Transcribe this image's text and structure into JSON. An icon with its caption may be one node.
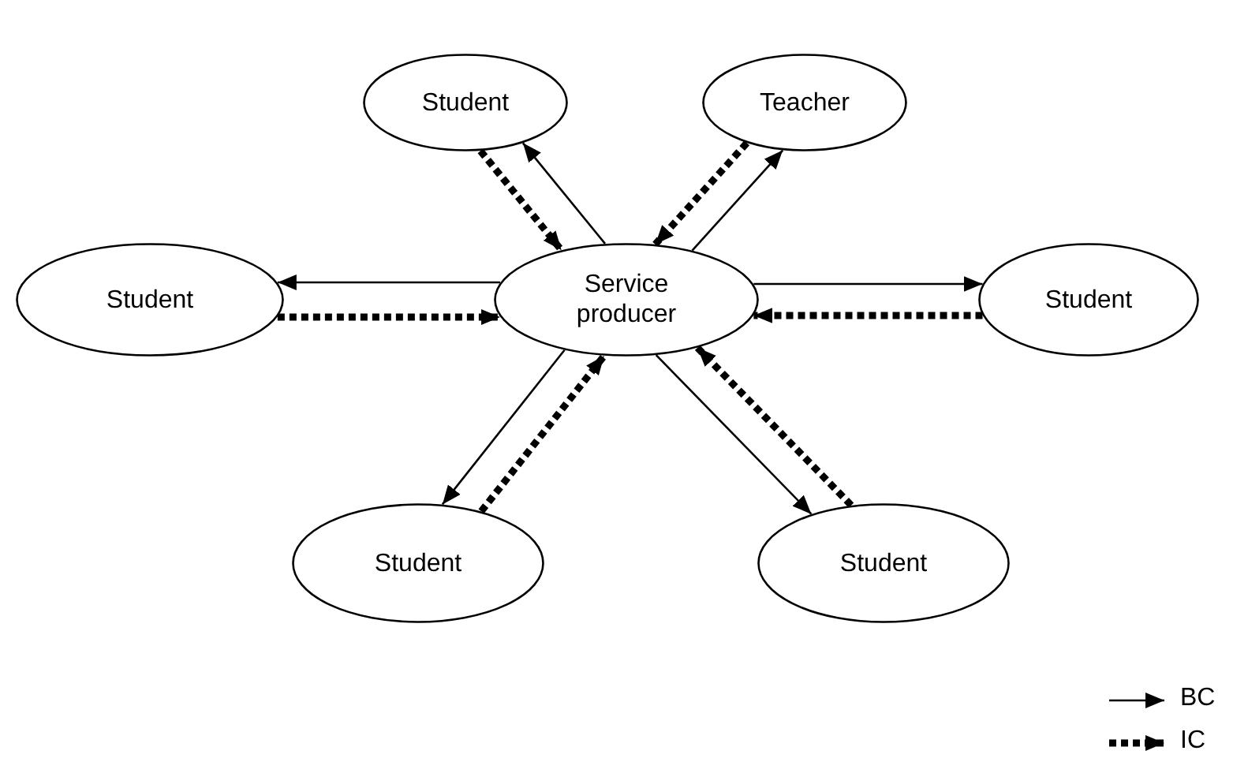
{
  "diagram": {
    "nodes": [
      {
        "text": [
          "Service producer"
        ]
      },
      {
        "text": [
          "Student"
        ]
      },
      {
        "text": [
          "Teacher"
        ]
      },
      {
        "text": [
          "Student"
        ]
      },
      {
        "text": [
          "Student"
        ]
      },
      {
        "text": [
          "Student"
        ]
      },
      {
        "text": [
          "Student"
        ]
      }
    ],
    "edges": [
      {
        "from": 0,
        "to": 1,
        "arrow": "to"
      },
      {
        "from": 1,
        "to": 0,
        "arrow": "to",
        "style": "dashed"
      },
      {
        "from": 0,
        "to": 2,
        "arrow": "to"
      },
      {
        "from": 2,
        "to": 0,
        "arrow": "to",
        "style": "dashed"
      },
      {
        "from": 3,
        "to": 0,
        "arrow": "to",
        "style": "dashed"
      },
      {
        "from": 0,
        "to": 3,
        "arrow": "to"
      },
      {
        "from": 0,
        "to": 4,
        "arrow": "to"
      },
      {
        "from": 4,
        "to": 0,
        "arrow": "to",
        "style": "dashed"
      },
      {
        "from": 5,
        "to": 0,
        "arrow": "to",
        "style": "dashed"
      },
      {
        "from": 0,
        "to": 5,
        "arrow": "to"
      },
      {
        "from": 0,
        "to": 6,
        "arrow": "to"
      },
      {
        "from": 6,
        "to": 0,
        "arrow": "to",
        "style": "dashed"
      }
    ],
    "legend": [
      {
        "text": "BC"
      },
      {
        "text": "IC"
      }
    ]
  }
}
